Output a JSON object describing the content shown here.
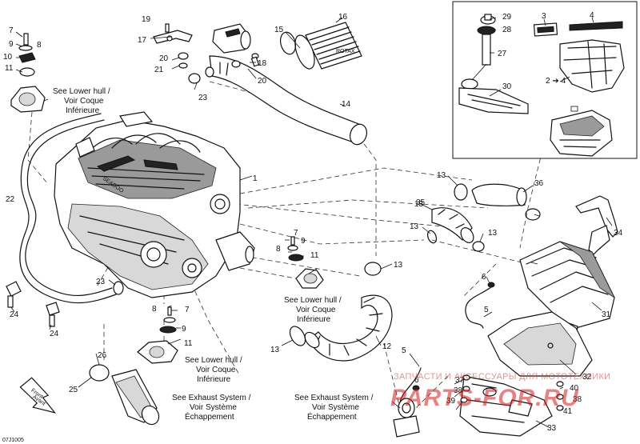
{
  "callouts": [
    "1",
    "2",
    "3",
    "4",
    "5",
    "5",
    "6",
    "6",
    "7",
    "7",
    "7",
    "8",
    "8",
    "8",
    "9",
    "9",
    "9",
    "10",
    "11",
    "11",
    "11",
    "12",
    "13",
    "13",
    "13",
    "13",
    "13",
    "13",
    "14",
    "15",
    "16",
    "17",
    "18",
    "19",
    "20",
    "20",
    "21",
    "22",
    "23",
    "23",
    "24",
    "24",
    "25",
    "26",
    "27",
    "28",
    "29",
    "30",
    "31",
    "32",
    "33",
    "34",
    "35",
    "36",
    "37",
    "38",
    "38",
    "39",
    "40",
    "41"
  ],
  "inset_labels": {
    "two_four": "2 ➔ 4"
  },
  "notes": {
    "lower_hull_1": [
      "See Lower hull /",
      "Voir Coque",
      "Inférieure"
    ],
    "lower_hull_2": [
      "See Lower hull /",
      "Voir Coque",
      "Inférieure"
    ],
    "lower_hull_3": [
      "See Lower hull /",
      "Voir Coque",
      "Inférieure"
    ],
    "exhaust_1": [
      "See Exhaust System /",
      "Voir Système",
      "Échappement"
    ],
    "exhaust_2": [
      "See Exhaust System /",
      "Voir Système",
      "Échappement"
    ]
  },
  "engine_badge": "SEADOO",
  "filter_label": "ROTAX",
  "front_arrow": [
    "Front",
    "Avant"
  ],
  "diagram_code": "07J1005",
  "watermark": {
    "line1": "ЗАПЧАСТИ И АКСЕССУАРЫ ДЛЯ МОТОТЕХНИКИ",
    "line2": "PARTS-FOR.RU"
  }
}
